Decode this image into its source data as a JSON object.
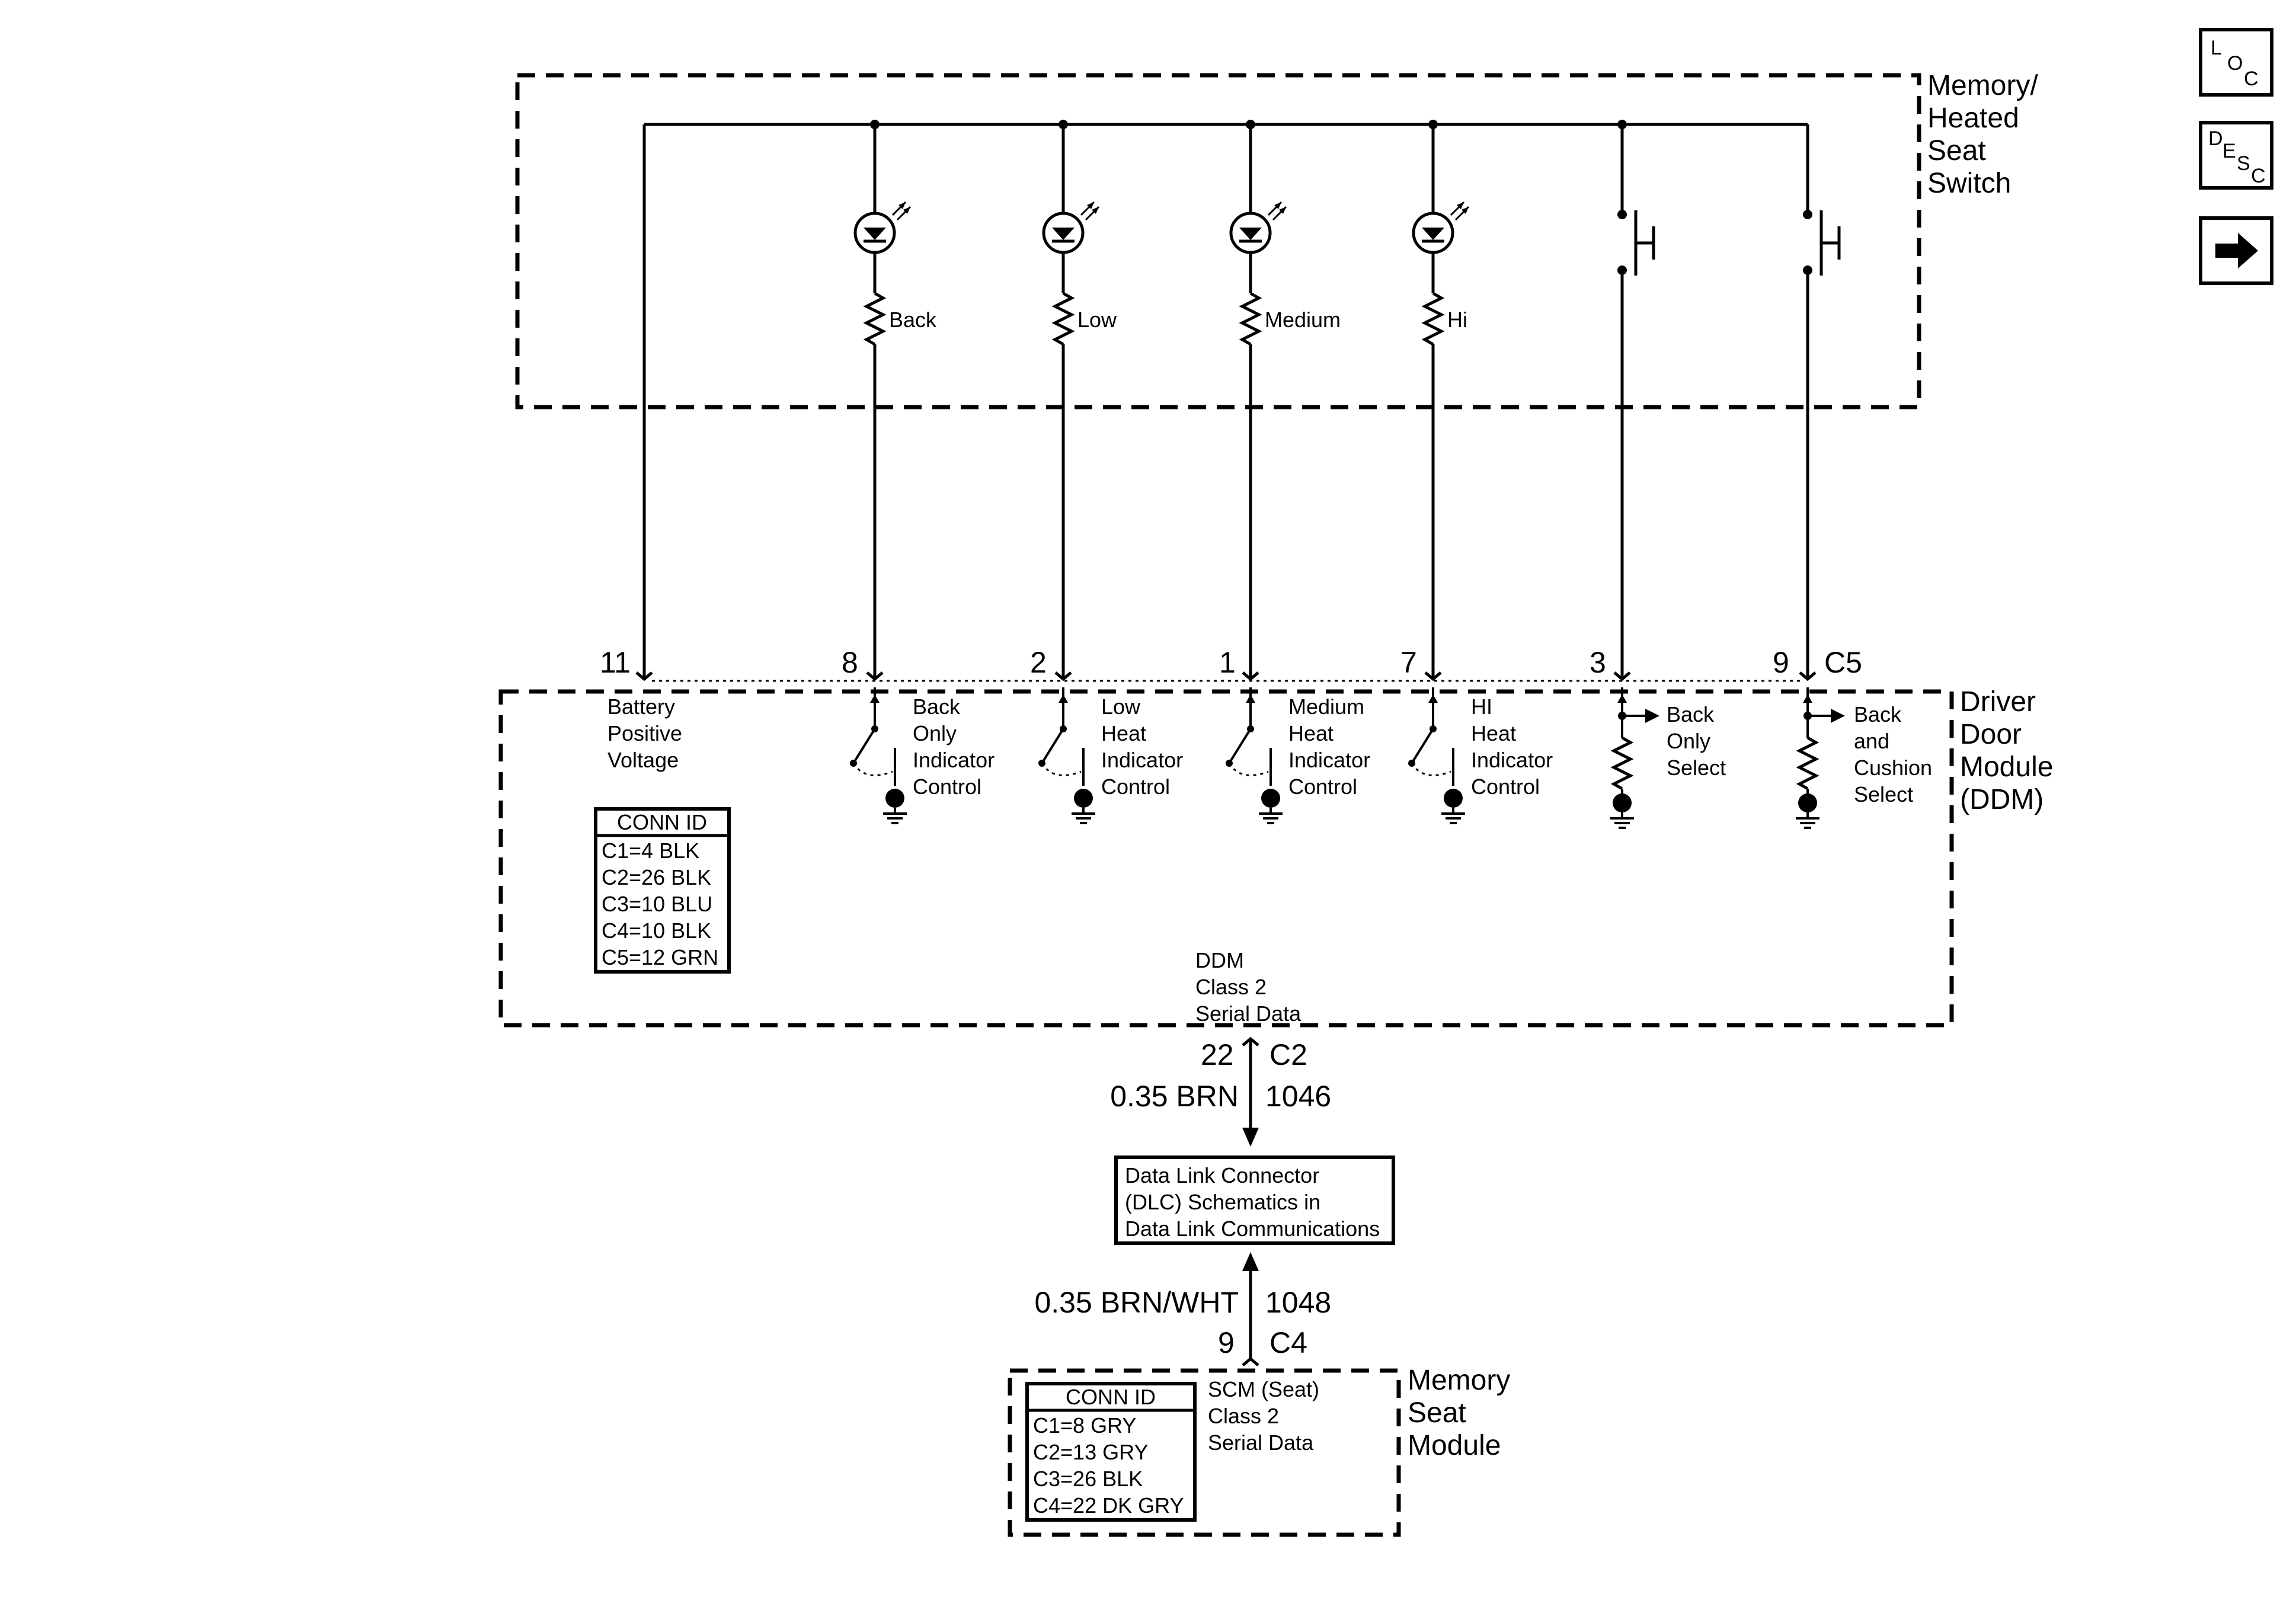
{
  "switch_box": {
    "title": [
      "Memory/",
      "Heated",
      "Seat",
      "Switch"
    ]
  },
  "leds": [
    {
      "label": "Back"
    },
    {
      "label": "Low"
    },
    {
      "label": "Medium"
    },
    {
      "label": "Hi"
    }
  ],
  "pins": {
    "battery": "11",
    "back": "8",
    "low": "2",
    "medium": "1",
    "hi": "7",
    "back_only": "3",
    "back_cushion": "9",
    "connector": "C5"
  },
  "ddm": {
    "title": [
      "Driver",
      "Door",
      "Module",
      "(DDM)"
    ],
    "battery_label": [
      "Battery",
      "Positive",
      "Voltage"
    ],
    "controls": [
      [
        "Back",
        "Only",
        "Indicator",
        "Control"
      ],
      [
        "Low",
        "Heat",
        "Indicator",
        "Control"
      ],
      [
        "Medium",
        "Heat",
        "Indicator",
        "Control"
      ],
      [
        "HI",
        "Heat",
        "Indicator",
        "Control"
      ]
    ],
    "selects": [
      [
        "Back",
        "Only",
        "Select"
      ],
      [
        "Back",
        "and",
        "Cushion",
        "Select"
      ]
    ],
    "serial_label": [
      "DDM",
      "Class 2",
      "Serial Data"
    ],
    "conn_id": {
      "header": "CONN ID",
      "rows": [
        "C1=4 BLK",
        "C2=26 BLK",
        "C3=10 BLU",
        "C4=10 BLK",
        "C5=12 GRN"
      ]
    }
  },
  "wire_ddm_dlc": {
    "pin": "22",
    "connector": "C2",
    "color": "0.35 BRN",
    "circuit": "1046"
  },
  "dlc": {
    "lines": [
      "Data Link Connector",
      "(DLC) Schematics in",
      "Data Link Communications"
    ]
  },
  "wire_msm_dlc": {
    "pin": "9",
    "connector": "C4",
    "color": "0.35 BRN/WHT",
    "circuit": "1048"
  },
  "msm": {
    "title": [
      "Memory",
      "Seat",
      "Module"
    ],
    "serial_label": [
      "SCM (Seat)",
      "Class 2",
      "Serial Data"
    ],
    "conn_id": {
      "header": "CONN ID",
      "rows": [
        "C1=8 GRY",
        "C2=13 GRY",
        "C3=26 BLK",
        "C4=22 DK GRY"
      ]
    }
  },
  "nav_icons": {
    "loc": {
      "a": "L",
      "b": "O",
      "c": "C"
    },
    "desc": {
      "a": "D",
      "b": "E",
      "c": "S",
      "d": "C"
    }
  }
}
